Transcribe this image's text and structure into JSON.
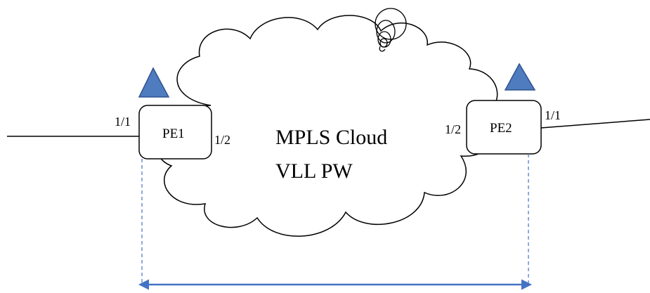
{
  "colors": {
    "line": "#000000",
    "accent_blue": "#4472c4",
    "triangle_fill": "#4f7cbf",
    "triangle_stroke": "#2f528f"
  },
  "cloud": {
    "line1": "MPLS Cloud",
    "line2": "VLL PW"
  },
  "pe1": {
    "name": "PE1",
    "port_left": "1/1",
    "port_right": "1/2"
  },
  "pe2": {
    "name": "PE2",
    "port_left": "1/2",
    "port_right": "1/1"
  }
}
